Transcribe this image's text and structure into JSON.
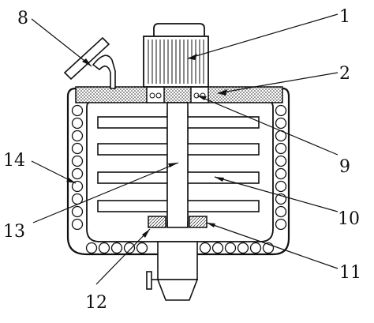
{
  "diagram": {
    "labels": {
      "motor": "1",
      "lid": "2",
      "feed_hopper": "8",
      "bearing": "9",
      "mixing_paddle": "10",
      "bottom_seal": "11",
      "discharge_valve": "12",
      "shaft": "13",
      "heating_jacket": "14"
    }
  }
}
